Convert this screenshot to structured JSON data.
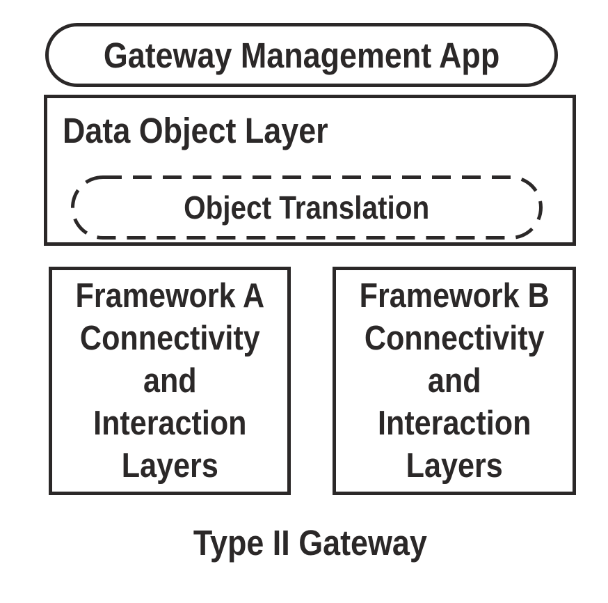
{
  "diagram": {
    "title": "Type II Gateway",
    "colors": {
      "ink": "#2b2828",
      "background": "#ffffff"
    },
    "nodes": {
      "gateway_app": {
        "label": "Gateway Management App",
        "shape": "rounded-pill",
        "border": "solid"
      },
      "data_object_layer": {
        "label": "Data Object Layer",
        "shape": "rectangle",
        "border": "solid"
      },
      "object_translation": {
        "label": "Object Translation",
        "shape": "rounded-pill",
        "border": "dashed"
      },
      "framework_a": {
        "lines_text": "Framework A\nConnectivity\nand\nInteraction\nLayers",
        "shape": "rectangle",
        "border": "solid"
      },
      "framework_b": {
        "lines_text": "Framework B\nConnectivity\nand\nInteraction\nLayers",
        "shape": "rectangle",
        "border": "solid"
      }
    },
    "caption": "Type II Gateway"
  }
}
